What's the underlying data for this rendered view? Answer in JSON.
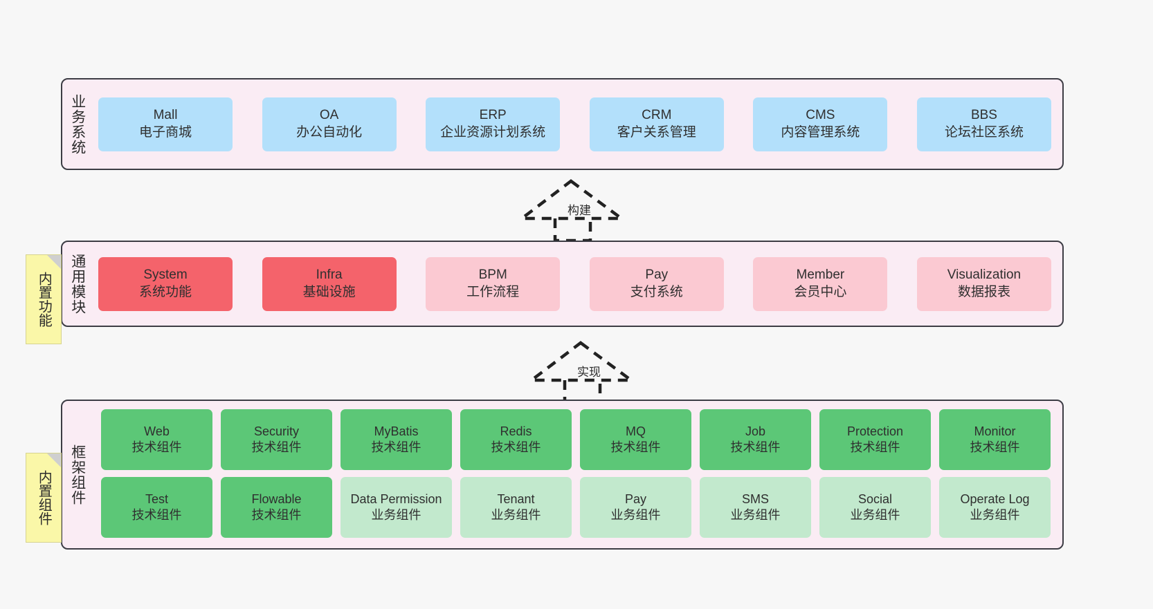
{
  "diagram": {
    "background_color": "#f7f7f7",
    "panel_fill": "#faecf4",
    "panel_border": "#3c3c44"
  },
  "layers": {
    "business": {
      "title": "业务系统",
      "box_color": "#b3e0fb",
      "nodes": [
        {
          "name": "Mall",
          "desc": "电子商城"
        },
        {
          "name": "OA",
          "desc": "办公自动化"
        },
        {
          "name": "ERP",
          "desc": "企业资源计划系统"
        },
        {
          "name": "CRM",
          "desc": "客户关系管理"
        },
        {
          "name": "CMS",
          "desc": "内容管理系统"
        },
        {
          "name": "BBS",
          "desc": "论坛社区系统"
        }
      ]
    },
    "module": {
      "title": "通用模块",
      "highlight_color": "#f4636b",
      "normal_color": "#fbc9d2",
      "nodes": [
        {
          "name": "System",
          "desc": "系统功能",
          "highlight": true
        },
        {
          "name": "Infra",
          "desc": "基础设施",
          "highlight": true
        },
        {
          "name": "BPM",
          "desc": "工作流程",
          "highlight": false
        },
        {
          "name": "Pay",
          "desc": "支付系统",
          "highlight": false
        },
        {
          "name": "Member",
          "desc": "会员中心",
          "highlight": false
        },
        {
          "name": "Visualization",
          "desc": "数据报表",
          "highlight": false
        }
      ]
    },
    "framework": {
      "title": "框架组件",
      "tech_color": "#5cc777",
      "biz_color": "#c2e9cd",
      "nodes": [
        {
          "name": "Web",
          "desc": "技术组件",
          "kind": "tech"
        },
        {
          "name": "Security",
          "desc": "技术组件",
          "kind": "tech"
        },
        {
          "name": "MyBatis",
          "desc": "技术组件",
          "kind": "tech"
        },
        {
          "name": "Redis",
          "desc": "技术组件",
          "kind": "tech"
        },
        {
          "name": "MQ",
          "desc": "技术组件",
          "kind": "tech"
        },
        {
          "name": "Job",
          "desc": "技术组件",
          "kind": "tech"
        },
        {
          "name": "Protection",
          "desc": "技术组件",
          "kind": "tech"
        },
        {
          "name": "Monitor",
          "desc": "技术组件",
          "kind": "tech"
        },
        {
          "name": "Test",
          "desc": "技术组件",
          "kind": "tech"
        },
        {
          "name": "Flowable",
          "desc": "技术组件",
          "kind": "tech"
        },
        {
          "name": "Data Permission",
          "desc": "业务组件",
          "kind": "biz"
        },
        {
          "name": "Tenant",
          "desc": "业务组件",
          "kind": "biz"
        },
        {
          "name": "Pay",
          "desc": "业务组件",
          "kind": "biz"
        },
        {
          "name": "SMS",
          "desc": "业务组件",
          "kind": "biz"
        },
        {
          "name": "Social",
          "desc": "业务组件",
          "kind": "biz"
        },
        {
          "name": "Operate Log",
          "desc": "业务组件",
          "kind": "biz"
        }
      ]
    }
  },
  "notes": [
    {
      "id": "builtin-func",
      "text": "内置功能"
    },
    {
      "id": "builtin-comp",
      "text": "内置组件"
    }
  ],
  "arrows": [
    {
      "id": "build",
      "label": "构建"
    },
    {
      "id": "impl",
      "label": "实现"
    }
  ]
}
